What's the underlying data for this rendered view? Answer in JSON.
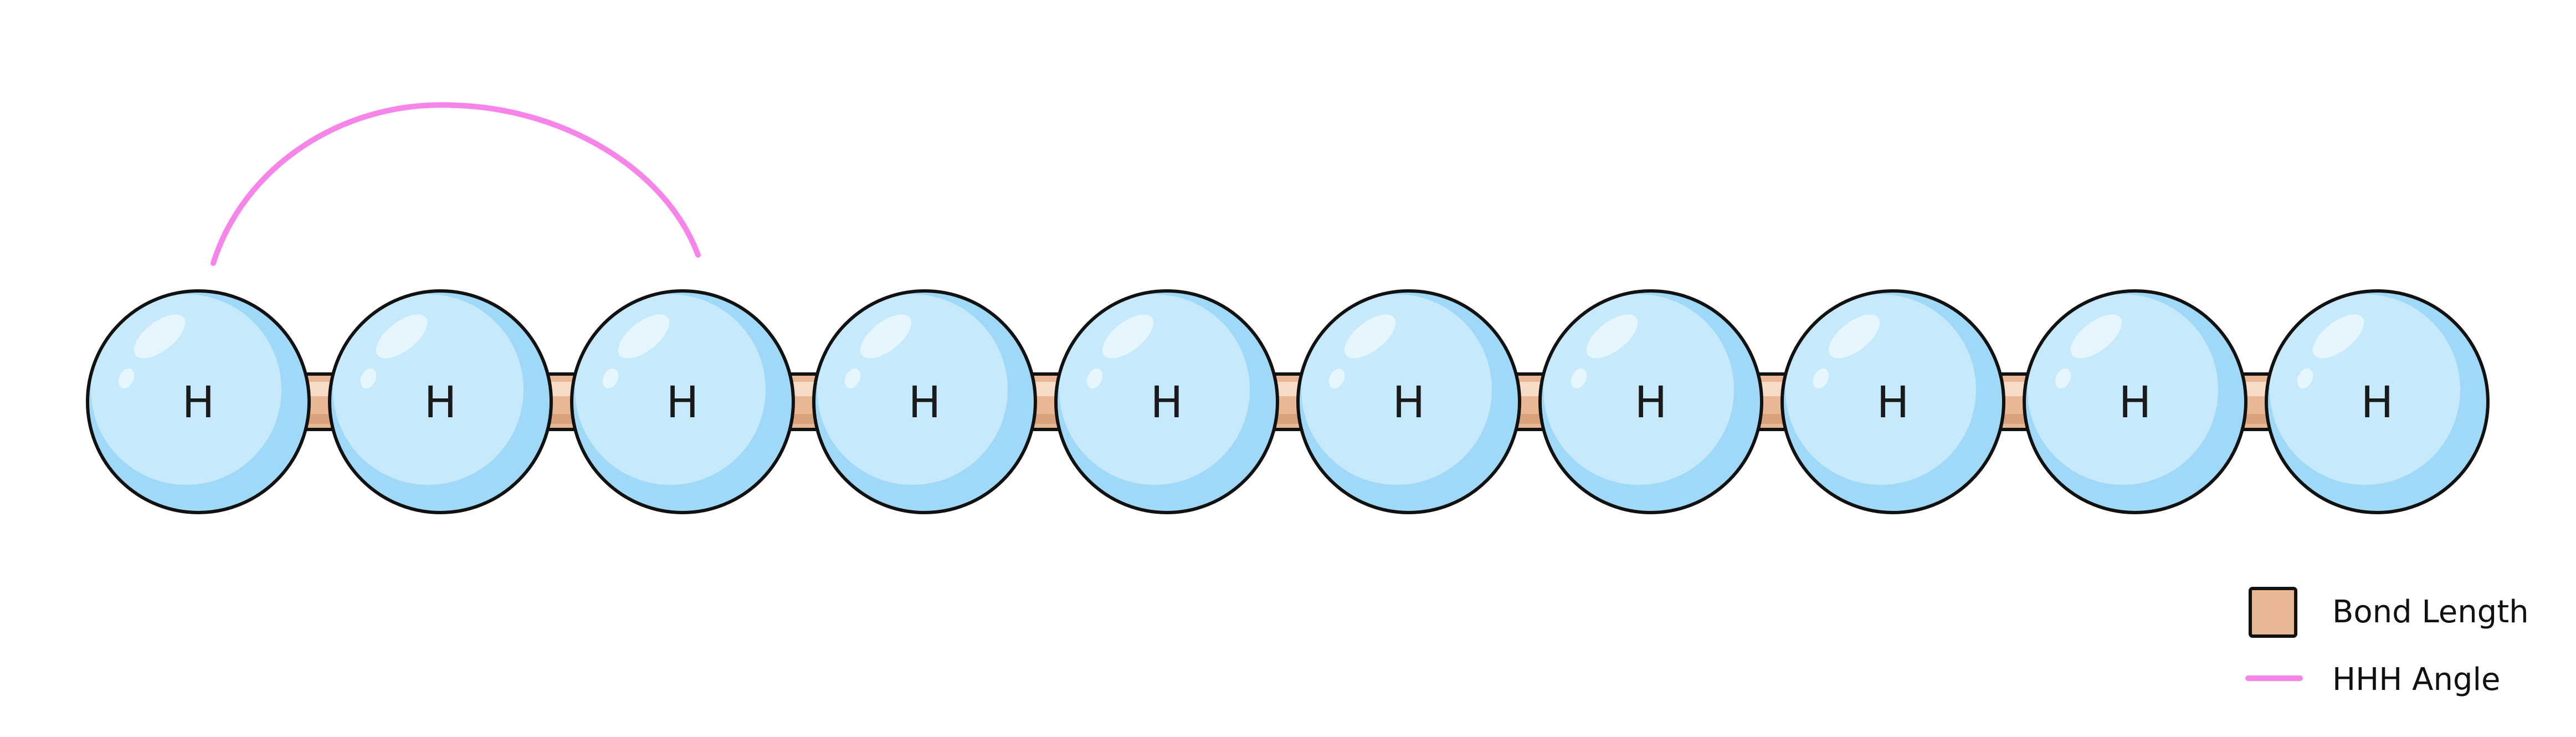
{
  "atoms": [
    {
      "label": "H"
    },
    {
      "label": "H"
    },
    {
      "label": "H"
    },
    {
      "label": "H"
    },
    {
      "label": "H"
    },
    {
      "label": "H"
    },
    {
      "label": "H"
    },
    {
      "label": "H"
    },
    {
      "label": "H"
    },
    {
      "label": "H"
    }
  ],
  "legend": {
    "bond_length": "Bond Length",
    "hhh_angle": "HHH Angle"
  },
  "colors": {
    "atom_fill": "#c6e9fb",
    "atom_shade": "#9fd9f7",
    "atom_highlight": "#e6f6fe",
    "atom_outline": "#111111",
    "bond": "#e8b894",
    "bond_highlight": "#f6dcc6",
    "bond_shadow": "#c98f68",
    "angle_arc": "#f784e8"
  }
}
